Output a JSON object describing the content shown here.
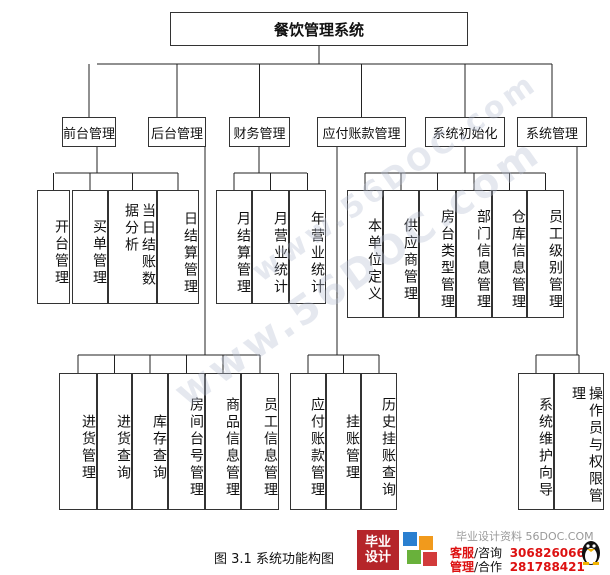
{
  "root": "餐饮管理系统",
  "level1": [
    {
      "id": "qt",
      "label": "前台管理"
    },
    {
      "id": "ht",
      "label": "后台管理"
    },
    {
      "id": "cw",
      "label": "财务管理"
    },
    {
      "id": "yf",
      "label": "应付账款管理"
    },
    {
      "id": "cs",
      "label": "系统初始化"
    },
    {
      "id": "xt",
      "label": "系统管理"
    }
  ],
  "leaves": {
    "qt": [
      "开台管理",
      "买单管理",
      "当日结账数据分析",
      "日结算管理"
    ],
    "cw": [
      "月结算管理",
      "月营业统计",
      "年营业统计"
    ],
    "cs": [
      "本单位定义",
      "供应商管理",
      "房台类型管理",
      "部门信息管理",
      "仓库信息管理",
      "员工级别管理"
    ],
    "ht": [
      "进货管理",
      "进货查询",
      "库存查询",
      "房间台号管理",
      "商品信息管理",
      "员工信息管理"
    ],
    "yf": [
      "应付账款管理",
      "挂账管理",
      "历史挂账查询"
    ],
    "xt": [
      "系统维护向导",
      "操作员与权限管理"
    ]
  },
  "caption": "图 3.1 系统功能构图",
  "watermark": "www.56DOC.com",
  "footer": {
    "logo_line1": "毕业",
    "logo_line2": "设计",
    "line1": "毕业设计资料 56DOC.COM",
    "service1_a": "客服",
    "service1_b": "/咨询",
    "qq1": "306826066",
    "service2_a": "管理",
    "service2_b": "/合作",
    "qq2": "281788421"
  }
}
